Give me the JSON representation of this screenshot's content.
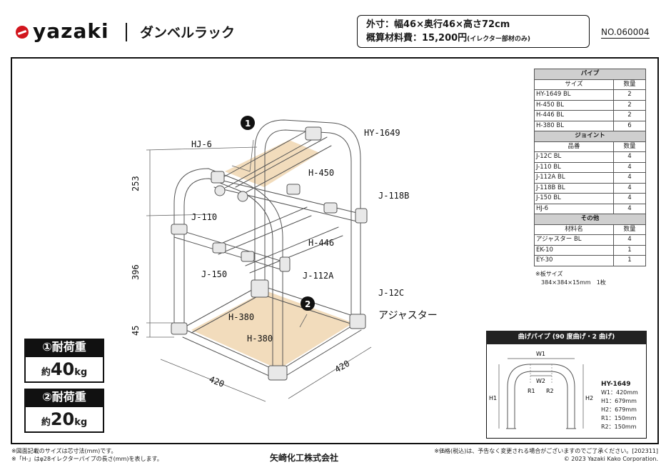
{
  "header": {
    "logo": "yazaki",
    "title": "ダンベルラック",
    "spec_line1": "外寸：幅46×奥行46×高さ72cm",
    "spec_line2_main": "概算材料費：15,200円",
    "spec_line2_note": "(イレクター部材のみ)",
    "model_no": "NO.060004"
  },
  "parts_table": {
    "sections": [
      {
        "title": "パイプ",
        "col1": "サイズ",
        "col2": "数量",
        "rows": [
          [
            "HY-1649 BL",
            "2"
          ],
          [
            "H-450 BL",
            "2"
          ],
          [
            "H-446 BL",
            "2"
          ],
          [
            "H-380 BL",
            "6"
          ]
        ]
      },
      {
        "title": "ジョイント",
        "col1": "品番",
        "col2": "数量",
        "rows": [
          [
            "J-12C BL",
            "4"
          ],
          [
            "J-110 BL",
            "4"
          ],
          [
            "J-112A BL",
            "4"
          ],
          [
            "J-118B BL",
            "4"
          ],
          [
            "J-150 BL",
            "4"
          ],
          [
            "HJ-6",
            "4"
          ]
        ]
      },
      {
        "title": "その他",
        "col1": "材料名",
        "col2": "数量",
        "rows": [
          [
            "アジャスター BL",
            "4"
          ],
          [
            "EK-10",
            "1"
          ],
          [
            "EY-30",
            "1"
          ]
        ]
      }
    ],
    "board_note_title": "※板サイズ",
    "board_note_value": "384×384×15mm　1枚"
  },
  "diagram": {
    "labels": [
      "HJ-6",
      "HY-1649",
      "H-450",
      "J-118B",
      "J-110",
      "H-446",
      "J-150",
      "J-112A",
      "J-12C",
      "アジャスター",
      "H-380",
      "H-380"
    ],
    "dims": [
      "253",
      "396",
      "45",
      "420",
      "420"
    ],
    "markers": [
      "1",
      "2"
    ]
  },
  "bend": {
    "title": "曲げパイプ (90 度曲げ・2 曲げ)",
    "labels": [
      "W1",
      "W2",
      "R1",
      "R2",
      "H1",
      "H2"
    ],
    "model": "HY-1649",
    "specs": [
      "W1：420mm",
      "H1：679mm",
      "H2：679mm",
      "R1：150mm",
      "R2：150mm"
    ]
  },
  "loads": [
    {
      "header": "①耐荷重",
      "prefix": "約",
      "value": "40",
      "unit": "kg"
    },
    {
      "header": "②耐荷重",
      "prefix": "約",
      "value": "20",
      "unit": "kg"
    }
  ],
  "footer": {
    "left1": "※図面記載のサイズは芯寸法(mm)です。",
    "left2": "※「H-」はφ28イレクターパイプの長さ(mm)を表します。",
    "maker": "矢崎化工株式会社",
    "right1": "※価格(税込)は、予告なく変更される場合がございますのでご了承ください。[202311]",
    "right2": "© 2023 Yazaki Kako Corporation."
  }
}
